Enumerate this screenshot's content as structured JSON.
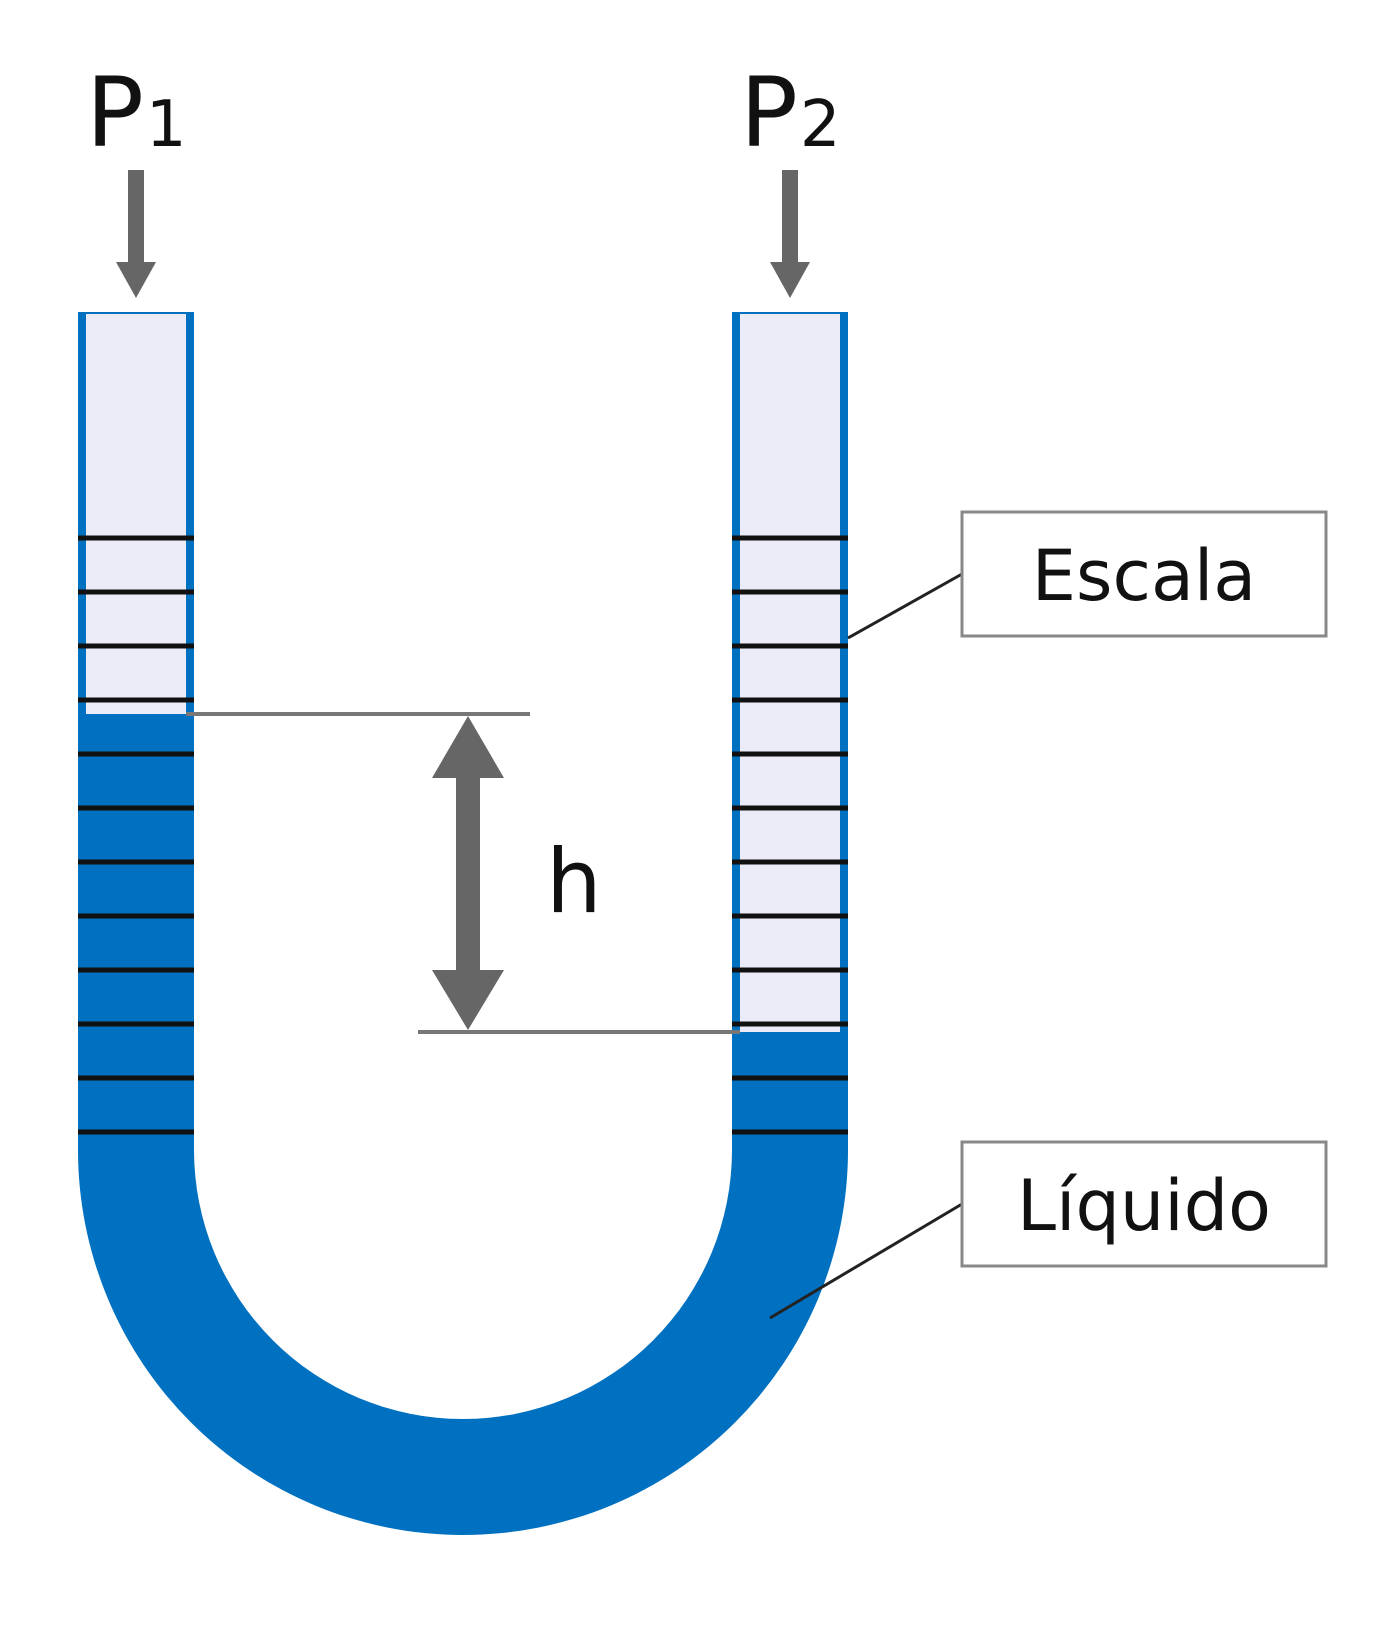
{
  "labels": {
    "p1_letter": "P",
    "p1_index": "1",
    "p2_letter": "P",
    "p2_index": "2",
    "height": "h",
    "scale": "Escala",
    "liquid": "Líquido"
  },
  "colors": {
    "liquid": "#0070c0",
    "tube_air": "#ececf8",
    "tube_wall": "#0a4f8a",
    "scale_mark": "#111111",
    "arrow": "#666666",
    "callout_border": "#888888",
    "leader": "#222222"
  },
  "icons": {
    "p1_arrow": "arrow-down-icon",
    "p2_arrow": "arrow-down-icon",
    "height_arrow": "double-arrow-vertical-icon"
  },
  "scale_marks": {
    "left_tube_count": 12,
    "right_tube_count": 12
  }
}
